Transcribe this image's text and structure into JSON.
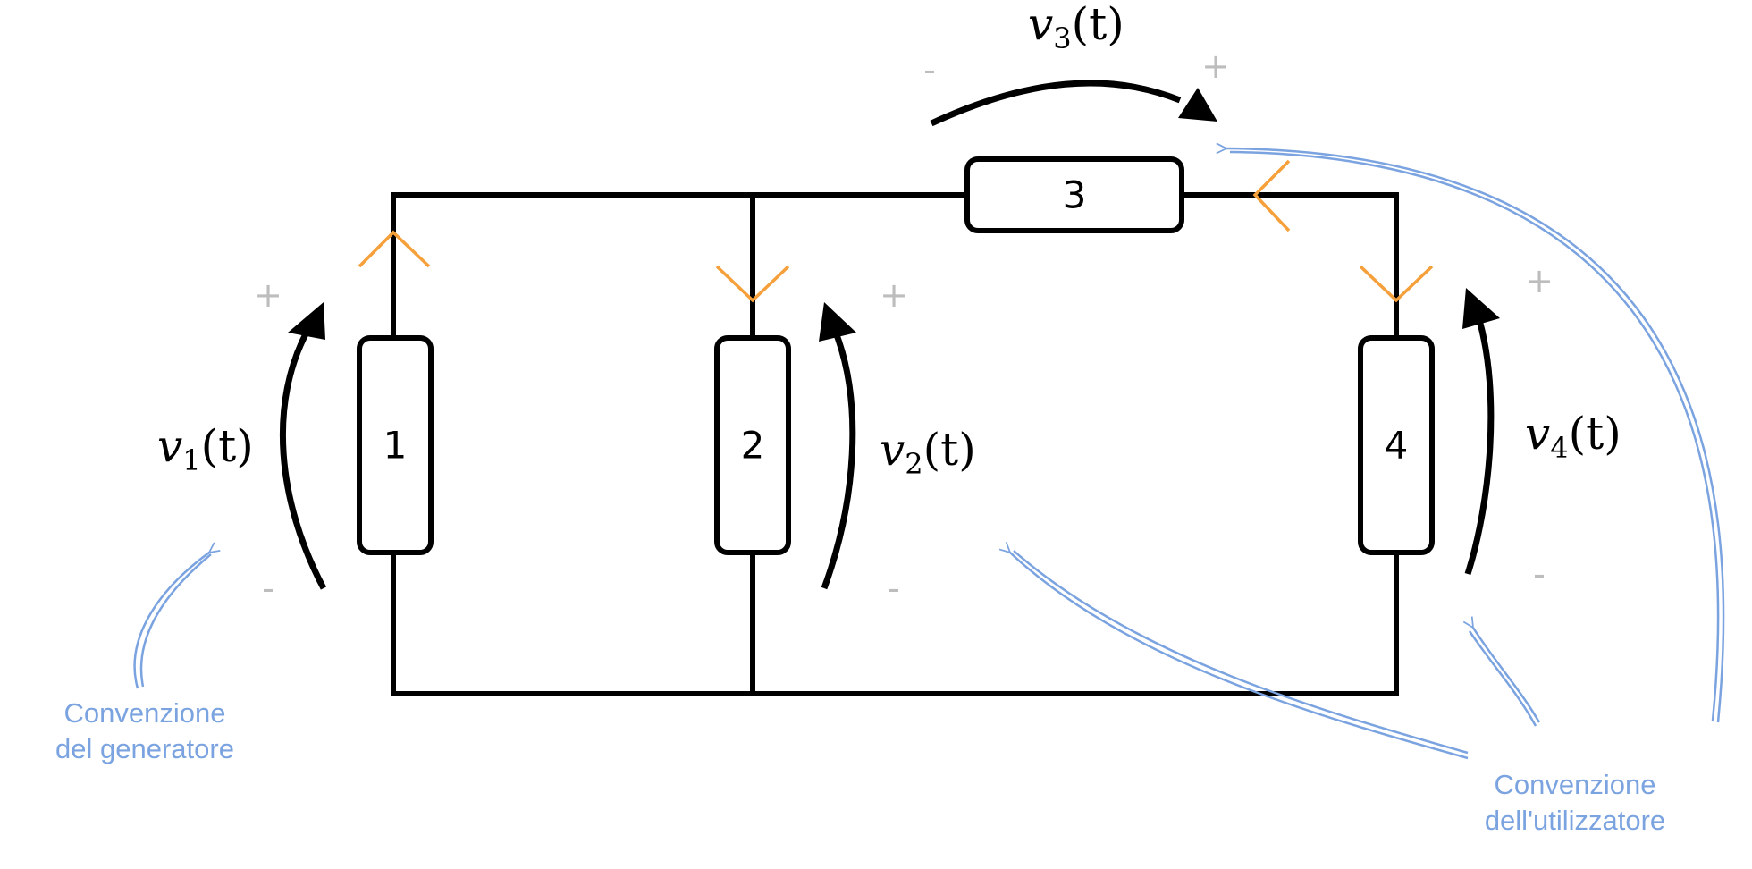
{
  "components": [
    {
      "id": "1",
      "label": "1"
    },
    {
      "id": "2",
      "label": "2"
    },
    {
      "id": "3",
      "label": "3"
    },
    {
      "id": "4",
      "label": "4"
    }
  ],
  "voltages": [
    {
      "id": "v1",
      "var": "v",
      "sub": "1",
      "arg": "(t)"
    },
    {
      "id": "v2",
      "var": "v",
      "sub": "2",
      "arg": "(t)"
    },
    {
      "id": "v3",
      "var": "v",
      "sub": "3",
      "arg": "(t)"
    },
    {
      "id": "v4",
      "var": "v",
      "sub": "4",
      "arg": "(t)"
    }
  ],
  "signs": {
    "plus": "+",
    "minus": "-"
  },
  "notes": {
    "generator": [
      "Convenzione",
      "del generatore"
    ],
    "user": [
      "Convenzione",
      "dell'utilizzatore"
    ]
  },
  "colors": {
    "wire": "#000000",
    "current_reference": "#f5a03a",
    "sign": "#bdbdbd",
    "annotation": "#7aa3e0"
  }
}
